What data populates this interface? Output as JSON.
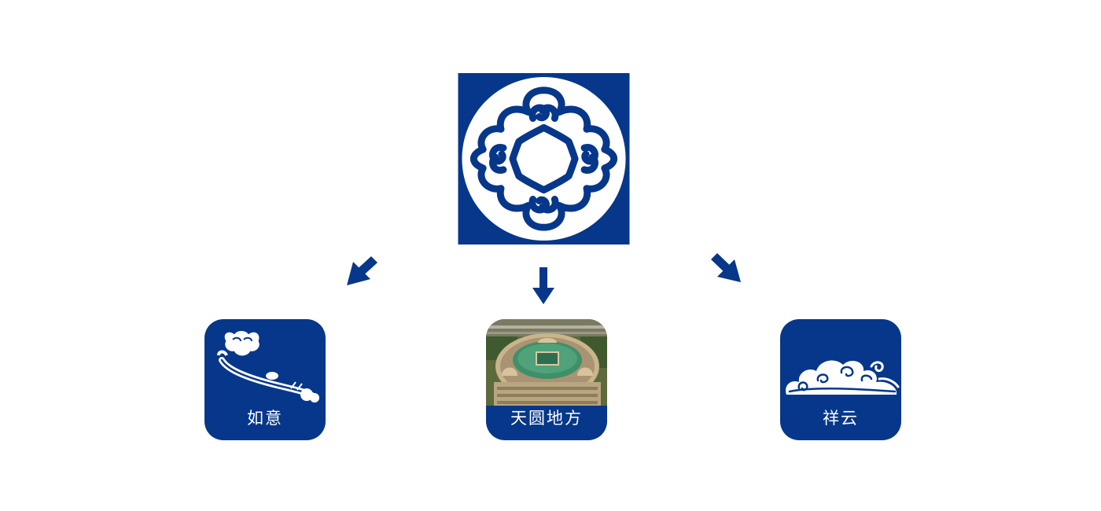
{
  "colors": {
    "primary_blue": "#06378a",
    "white": "#ffffff"
  },
  "top_symbol": {
    "icon": "auspicious-knot-icon"
  },
  "tiles": [
    {
      "label": "如意",
      "icon": "ruyi-scepter-icon"
    },
    {
      "label": "天圆地方",
      "icon": "round-square-building-photo"
    },
    {
      "label": "祥云",
      "icon": "auspicious-cloud-icon"
    }
  ]
}
